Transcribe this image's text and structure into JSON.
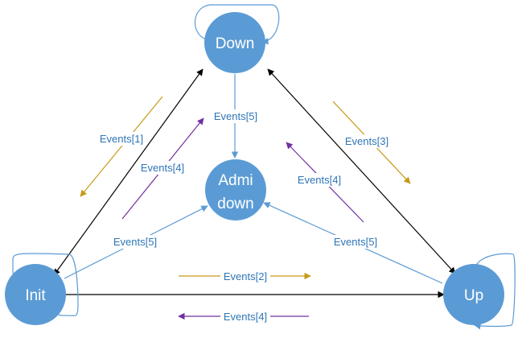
{
  "nodes": {
    "down": {
      "label": "Down"
    },
    "admin_down": {
      "label_line1": "Admi",
      "label_line2": "down"
    },
    "init": {
      "label": "Init"
    },
    "up": {
      "label": "Up"
    }
  },
  "edge_labels": {
    "events_1": "Events[1]",
    "events_2": "Events[2]",
    "events_3": "Events[3]",
    "events_4_left": "Events[4]",
    "events_4_right": "Events[4]",
    "events_4_bottom": "Events[4]",
    "events_5_top": "Events[5]",
    "events_5_left": "Events[5]",
    "events_5_right": "Events[5]"
  },
  "colors": {
    "node_fill": "#5b9bd5",
    "connector_blue": "#5b9bd5",
    "label_text": "#2e75b6",
    "black_arrow": "#000000",
    "orange_arrow": "#c89a1a",
    "purple_arrow": "#7030a0"
  }
}
